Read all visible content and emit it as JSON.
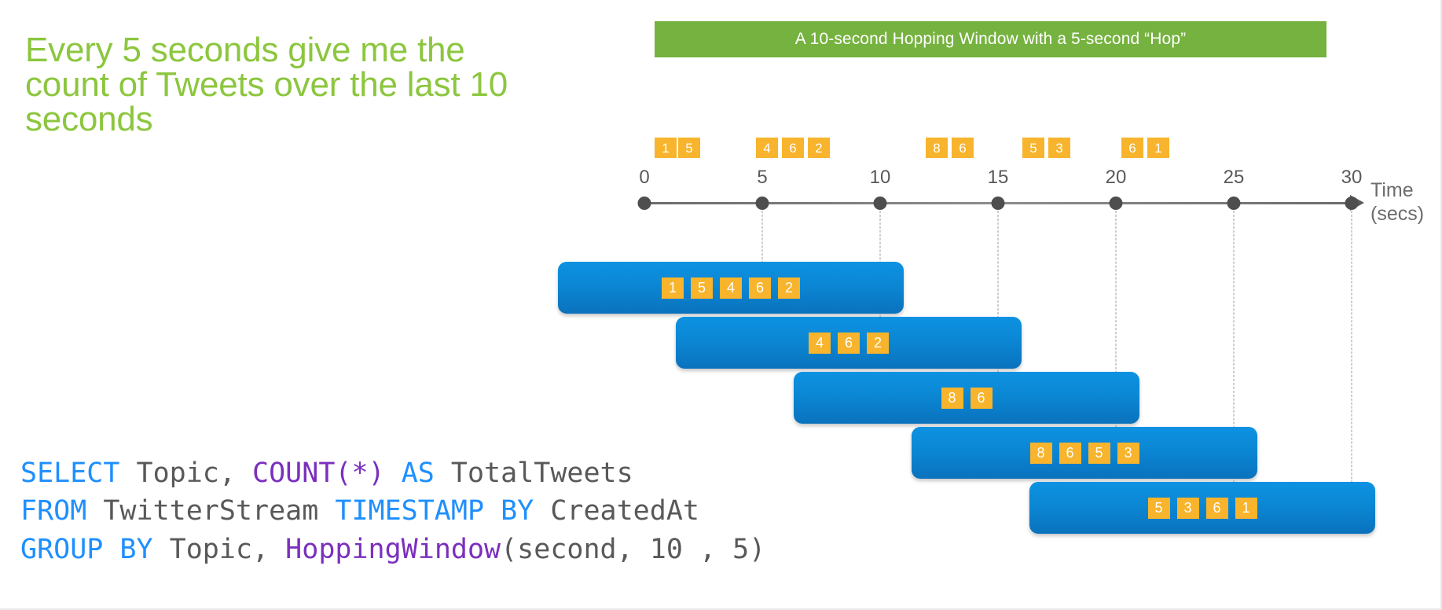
{
  "headline": "Every 5 seconds give me the\ncount of Tweets over the last 10\nseconds",
  "banner": {
    "title": "A 10-second Hopping Window with a 5-second “Hop”",
    "color": "#76B23F"
  },
  "timeline": {
    "axis_label": "Time\n(secs)",
    "ticks": [
      {
        "label": "0",
        "value": 0
      },
      {
        "label": "5",
        "value": 5
      },
      {
        "label": "10",
        "value": 10
      },
      {
        "label": "15",
        "value": 15
      },
      {
        "label": "20",
        "value": 20
      },
      {
        "label": "25",
        "value": 25
      },
      {
        "label": "30",
        "value": 30
      }
    ],
    "events": [
      {
        "label": "1",
        "time": 0.9
      },
      {
        "label": "5",
        "time": 1.9
      },
      {
        "label": "4",
        "time": 5.2
      },
      {
        "label": "6",
        "time": 6.3
      },
      {
        "label": "2",
        "time": 7.4
      },
      {
        "label": "8",
        "time": 12.4
      },
      {
        "label": "6",
        "time": 13.5
      },
      {
        "label": "5",
        "time": 16.5
      },
      {
        "label": "3",
        "time": 17.6
      },
      {
        "label": "6",
        "time": 20.7
      },
      {
        "label": "1",
        "time": 21.8
      }
    ],
    "event_color": "#F7B42C"
  },
  "windows": [
    {
      "name": "window-0-10",
      "start": 0,
      "end": 10,
      "events": [
        "1",
        "5",
        "4",
        "6",
        "2"
      ]
    },
    {
      "name": "window-5-15",
      "start": 5,
      "end": 15,
      "events": [
        "4",
        "6",
        "2"
      ]
    },
    {
      "name": "window-10-20",
      "start": 10,
      "end": 20,
      "events": [
        "8",
        "6"
      ]
    },
    {
      "name": "window-15-25",
      "start": 15,
      "end": 25,
      "events": [
        "8",
        "6",
        "5",
        "3"
      ]
    },
    {
      "name": "window-20-30",
      "start": 20,
      "end": 30,
      "events": [
        "5",
        "3",
        "6",
        "1"
      ]
    }
  ],
  "window_color": "#0b87d4",
  "sql": {
    "line1": [
      {
        "t": "SELECT ",
        "c": "kw"
      },
      {
        "t": "Topic, ",
        "c": "id"
      },
      {
        "t": "COUNT(*) ",
        "c": "fn"
      },
      {
        "t": "AS ",
        "c": "kw"
      },
      {
        "t": "TotalTweets",
        "c": "id"
      }
    ],
    "line2": [
      {
        "t": "FROM ",
        "c": "kw"
      },
      {
        "t": "TwitterStream ",
        "c": "id"
      },
      {
        "t": "TIMESTAMP BY ",
        "c": "kw"
      },
      {
        "t": "CreatedAt",
        "c": "id"
      }
    ],
    "line3": [
      {
        "t": "GROUP BY ",
        "c": "kw"
      },
      {
        "t": "Topic, ",
        "c": "id"
      },
      {
        "t": "HoppingWindow",
        "c": "fn"
      },
      {
        "t": "(second, 10 , 5)",
        "c": "id"
      }
    ],
    "colors": {
      "keyword": "#1F8FFF",
      "function": "#7B2FBE",
      "identifier": "#595959"
    }
  }
}
